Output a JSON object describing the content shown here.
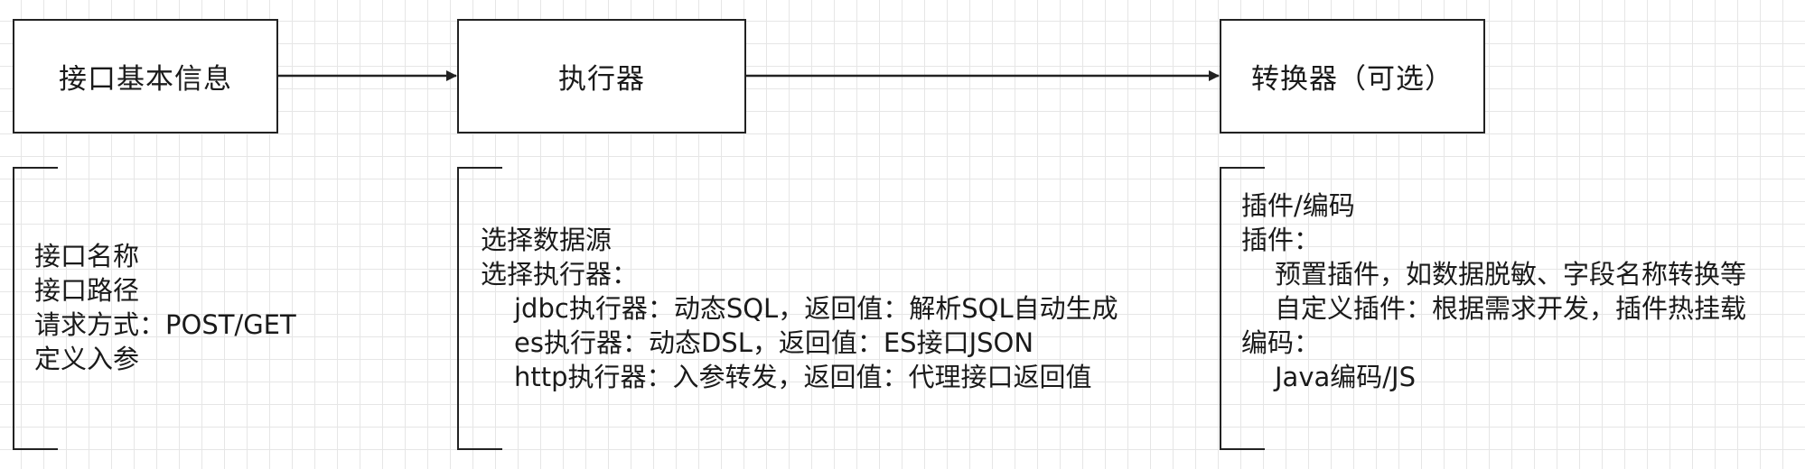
{
  "nodes": {
    "basic_info": "接口基本信息",
    "executor": "执行器",
    "converter": "转换器（可选）"
  },
  "notes": {
    "basic_info": [
      "接口名称",
      "接口路径",
      "请求方式：POST/GET",
      "定义入参"
    ],
    "executor": {
      "line1": "选择数据源",
      "line2": "选择执行器：",
      "items": [
        "jdbc执行器：动态SQL，返回值：解析SQL自动生成",
        "es执行器：动态DSL，返回值：ES接口JSON",
        "http执行器：入参转发，返回值：代理接口返回值"
      ]
    },
    "converter": {
      "line1": "插件/编码",
      "line2": "插件：",
      "plugin_items": [
        "预置插件，如数据脱敏、字段名称转换等",
        "自定义插件：根据需求开发，插件热挂载"
      ],
      "line3": "编码：",
      "code_items": [
        "Java编码/JS"
      ]
    }
  },
  "colors": {
    "stroke": "#222222",
    "grid": "#e6e6e6",
    "background": "#ffffff"
  }
}
